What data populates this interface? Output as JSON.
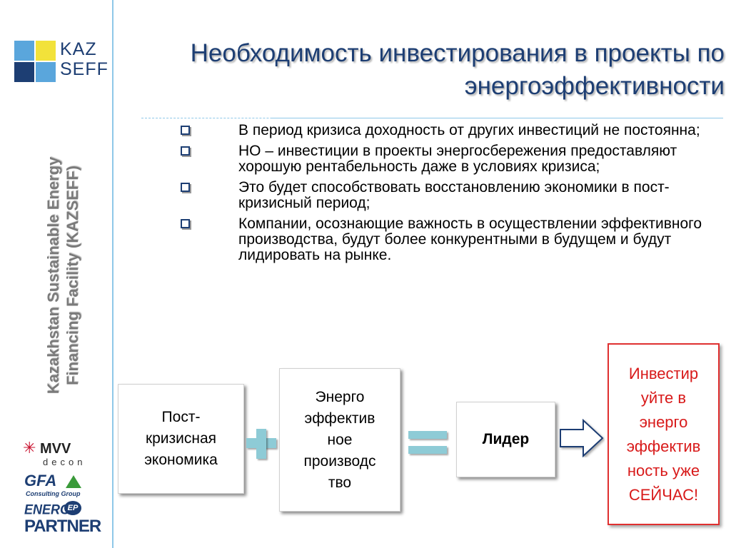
{
  "logo": {
    "line1": "KAZ",
    "line2": "SEFF",
    "colors": {
      "blue_light": "#5aa6dc",
      "yellow": "#f2e23a",
      "navy": "#1d3e73"
    }
  },
  "sidebar": {
    "line1": "Kazakhstan Sustainable Energy",
    "line2": "Financing Facility (KAZSEFF)"
  },
  "partners": {
    "mvv": {
      "name": "MVV",
      "sub": "decon",
      "icon": "star-burst-icon"
    },
    "gfa": {
      "name": "GFA",
      "sub": "Consulting Group",
      "icon": "triangle-icon"
    },
    "energy_partner": {
      "line1": "ENERGY",
      "badge": "EP",
      "line2": "PARTNER"
    }
  },
  "title": {
    "line1": "Необходимость инвестирования в проекты по",
    "line2": "энергоэффективности"
  },
  "bullets": [
    {
      "text": "В  период кризиса доходность от других инвестиций не постоянна;"
    },
    {
      "text": "НО – инвестиции в проекты энергосбережения предоставляют хорошую рентабельность даже в условиях кризиса;"
    },
    {
      "text": "Это будет способствовать восстановлению экономики в пост-кризисный период;"
    },
    {
      "text": "Компании, осознающие важность в осуществлении эффективного производства, будут более конкурентными в будущем и будут лидировать на рынке."
    }
  ],
  "flow": {
    "box1": [
      "Пост-",
      "кризисная",
      "экономика"
    ],
    "box2": [
      "Энерго",
      "эффектив",
      "ное",
      "производс",
      "тво"
    ],
    "box3": [
      "Лидер"
    ],
    "box4": [
      "Инвестир",
      "уйте в",
      "энерго",
      "эффектив",
      "ность уже",
      "СЕЙЧАС!"
    ],
    "plus_icon": "plus-icon",
    "equals_icon": "equals-icon",
    "arrow_icon": "arrow-right-icon",
    "accent_color": "#8ecbd6",
    "callout_color": "#d81a1a"
  }
}
